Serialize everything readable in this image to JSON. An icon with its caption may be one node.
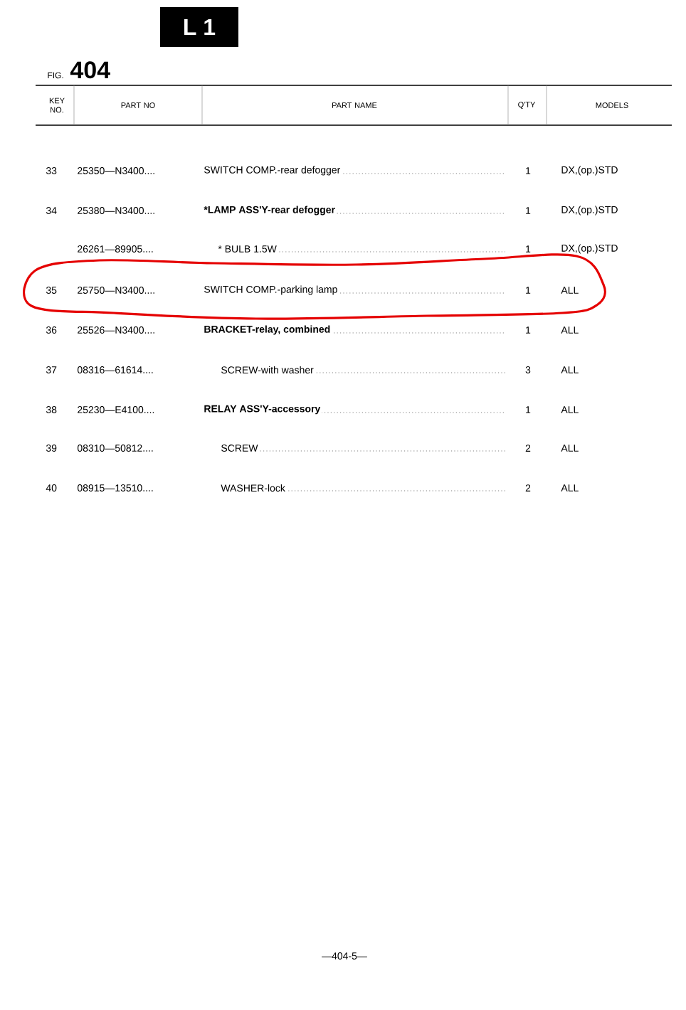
{
  "diagram": {
    "labels": [
      "L 1",
      "FIG.",
      "404",
      "KEY NO.",
      "PART NO",
      "PART NAME",
      "Q'TY",
      "MODELS",
      "33",
      "25350—N3400....",
      "SWITCH COMP.-rear defogger",
      "1",
      "DX,(op.)STD",
      "34",
      "25380—N3400....",
      "*LAMP ASS'Y-rear defogger",
      "1",
      "DX,(op.)STD",
      "26261—89905....",
      "* BULB 1.5W",
      "1",
      "DX,(op.)STD",
      "35",
      "25750—N3400....",
      "SWITCH COMP.-parking lamp",
      "1",
      "ALL",
      "36",
      "25526—N3400....",
      "BRACKET-relay, combined",
      "1",
      "ALL",
      "37",
      "08316—61614....",
      "SCREW-with washer",
      "3",
      "ALL",
      "38",
      "25230—E4100....",
      "RELAY ASS'Y-accessory",
      "1",
      "ALL",
      "39",
      "08310—50812....",
      "SCREW",
      "2",
      "ALL",
      "40",
      "08915—13510....",
      "WASHER-lock",
      "2",
      "ALL",
      "—404-5—"
    ]
  }
}
